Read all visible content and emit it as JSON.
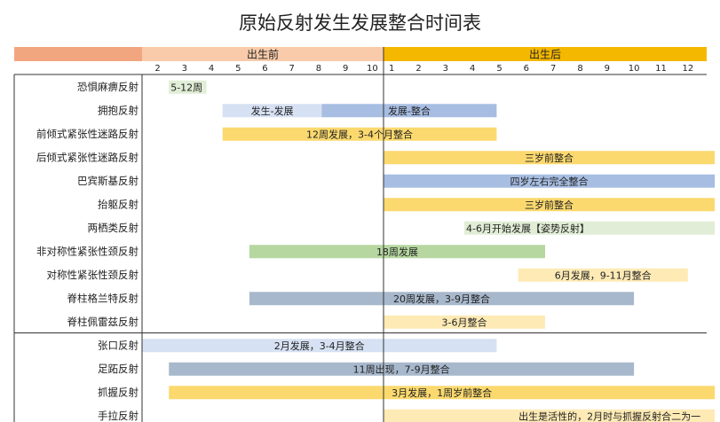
{
  "title": "原始反射发生发展整合时间表",
  "chart_data": {
    "type": "gantt",
    "title": "原始反射发生发展整合时间表",
    "colors": {
      "header_left_stub": "#f2a67f",
      "header_before": "#f9cbaa",
      "header_after": "#f5b800",
      "yellow": "#fbd96e",
      "light_yellow": "#feeab5",
      "green": "#b6d7a0",
      "light_green": "#e1edd6",
      "blue": "#a7bde2",
      "light_blue": "#d6e1f3",
      "gray_blue": "#a8b8cc"
    },
    "periods": [
      {
        "label": "出生前",
        "unit": "月",
        "ticks": [
          "2",
          "3",
          "4",
          "5",
          "6",
          "7",
          "8",
          "9",
          "10"
        ]
      },
      {
        "label": "出生后",
        "unit": "月",
        "ticks": [
          "1",
          "2",
          "3",
          "4",
          "5",
          "6",
          "7",
          "8",
          "9",
          "10",
          "11",
          "12"
        ]
      }
    ],
    "groups": [
      {
        "rows": [
          {
            "name": "恐惧麻痹反射",
            "bars": [
              {
                "start": [
                  "before",
                  1.0
                ],
                "end": [
                  "before",
                  2.4
                ],
                "color": "light_green",
                "label": "5-12周",
                "label_align": "start"
              }
            ]
          },
          {
            "name": "拥抱反射",
            "bars": [
              {
                "start": [
                  "before",
                  3.0
                ],
                "end": [
                  "before",
                  6.7
                ],
                "color": "light_blue",
                "label": "发生-发展",
                "label_align": "center"
              },
              {
                "start": [
                  "before",
                  6.7
                ],
                "end": [
                  "after",
                  4.2
                ],
                "color": "blue",
                "label": "发展-整合",
                "label_align": "center"
              }
            ]
          },
          {
            "name": "前倾式紧张性迷路反射",
            "bars": [
              {
                "start": [
                  "before",
                  3.0
                ],
                "end": [
                  "after",
                  4.2
                ],
                "color": "yellow",
                "label": "12周发展，3-4个月整合",
                "label_align": "center"
              }
            ]
          },
          {
            "name": "后倾式紧张性迷路反射",
            "bars": [
              {
                "start": [
                  "after",
                  0.0
                ],
                "end": [
                  "after",
                  12.3
                ],
                "color": "yellow",
                "label": "三岁前整合",
                "label_align": "center"
              }
            ]
          },
          {
            "name": "巴宾斯基反射",
            "bars": [
              {
                "start": [
                  "after",
                  0.0
                ],
                "end": [
                  "after",
                  12.3
                ],
                "color": "blue",
                "label": "四岁左右完全整合",
                "label_align": "center"
              }
            ]
          },
          {
            "name": "抬躯反射",
            "bars": [
              {
                "start": [
                  "after",
                  0.0
                ],
                "end": [
                  "after",
                  12.3
                ],
                "color": "yellow",
                "label": "三岁前整合",
                "label_align": "center"
              }
            ]
          },
          {
            "name": "两栖类反射",
            "bars": [
              {
                "start": [
                  "after",
                  3.0
                ],
                "end": [
                  "after",
                  12.3
                ],
                "color": "light_green",
                "label": "4-6月开始发展【姿势反射】",
                "label_align": "start"
              }
            ]
          },
          {
            "name": "非对称性紧张性颈反射",
            "bars": [
              {
                "start": [
                  "before",
                  4.0
                ],
                "end": [
                  "after",
                  6.0
                ],
                "color": "green",
                "label": "18周发展",
                "label_align": "center"
              }
            ]
          },
          {
            "name": "对称性紧张性颈反射",
            "bars": [
              {
                "start": [
                  "after",
                  5.0
                ],
                "end": [
                  "after",
                  11.3
                ],
                "color": "light_yellow",
                "label": "6月发展，9-11月整合",
                "label_align": "center"
              }
            ]
          },
          {
            "name": "脊柱格兰特反射",
            "bars": [
              {
                "start": [
                  "before",
                  4.0
                ],
                "end": [
                  "after",
                  9.3
                ],
                "color": "gray_blue",
                "label": "20周发展，3-9月整合",
                "label_align": "center"
              }
            ]
          },
          {
            "name": "脊柱佩雷兹反射",
            "bars": [
              {
                "start": [
                  "after",
                  0.0
                ],
                "end": [
                  "after",
                  6.0
                ],
                "color": "light_yellow",
                "label": "3-6月整合",
                "label_align": "center"
              }
            ]
          }
        ]
      },
      {
        "rows": [
          {
            "name": "张口反射",
            "bars": [
              {
                "start": [
                  "before",
                  0.0
                ],
                "end": [
                  "after",
                  4.2
                ],
                "color": "light_blue",
                "label": "2月发展，3-4月整合",
                "label_align": "center"
              }
            ]
          },
          {
            "name": "足跖反射",
            "bars": [
              {
                "start": [
                  "before",
                  1.0
                ],
                "end": [
                  "after",
                  9.3
                ],
                "color": "gray_blue",
                "label": "11周出现，7-9月整合",
                "label_align": "center"
              }
            ]
          },
          {
            "name": "抓握反射",
            "bars": [
              {
                "start": [
                  "before",
                  1.0
                ],
                "end": [
                  "after",
                  12.3
                ],
                "color": "yellow",
                "label": "3月发展，1周岁前整合",
                "label_align": "center"
              }
            ]
          },
          {
            "name": "手拉反射",
            "bars": [
              {
                "start": [
                  "after",
                  0.0
                ],
                "end": [
                  "after",
                  12.3
                ],
                "color": "light_yellow",
                "label": "出生是活性的，2月时与抓握反射合二为一",
                "label_align": "end"
              }
            ]
          }
        ]
      }
    ]
  }
}
